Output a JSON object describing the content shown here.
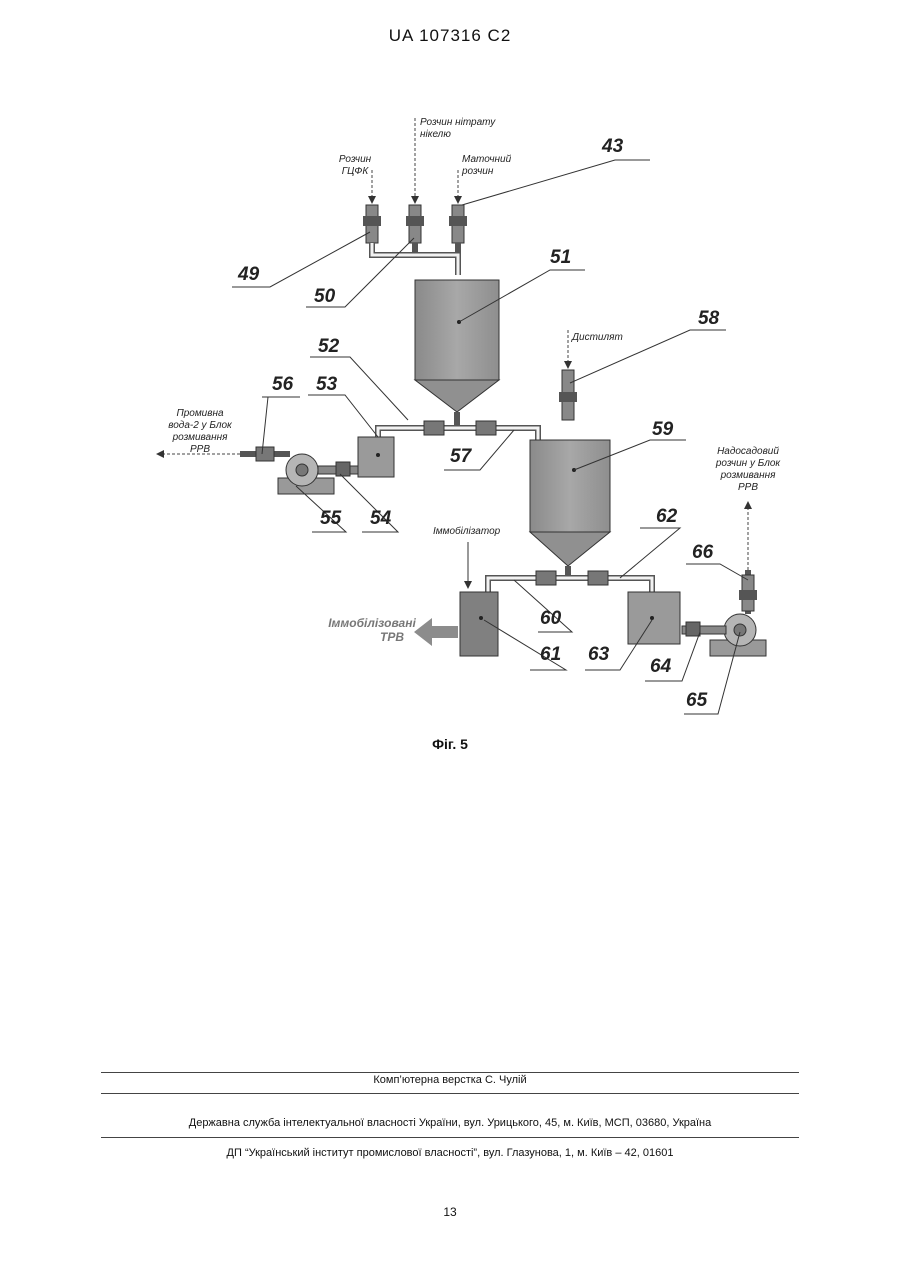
{
  "header": {
    "text": "UA   107316   C2"
  },
  "figure": {
    "caption": "Фіг. 5",
    "labels": {
      "hfk": [
        "Розчин",
        "ГЦФК"
      ],
      "nickel": [
        "Розчин нітрату",
        "нікелю"
      ],
      "mother": [
        "Маточний",
        "розчин"
      ],
      "distillate": "Дистилят",
      "wash": [
        "Промивна",
        "вода-2 у Блок",
        "розмивання",
        "РРВ"
      ],
      "supernatant": [
        "Надосадовий",
        "розчин у Блок",
        "розмивання",
        "РРВ"
      ],
      "immobilizer": "Іммобілізатор",
      "product": [
        "Іммобілізовані",
        "ТРВ"
      ]
    },
    "numbers": {
      "n43": "43",
      "n49": "49",
      "n50": "50",
      "n51": "51",
      "n52": "52",
      "n53": "53",
      "n54": "54",
      "n55": "55",
      "n56": "56",
      "n57": "57",
      "n58": "58",
      "n59": "59",
      "n60": "60",
      "n61": "61",
      "n62": "62",
      "n63": "63",
      "n64": "64",
      "n65": "65",
      "n66": "66"
    }
  },
  "footer": {
    "line1": "Комп’ютерна верстка С. Чулій",
    "line2": "Державна служба інтелектуальної власності України, вул. Урицького, 45, м. Київ, МСП, 03680, Україна",
    "line3": "ДП “Український інститут промислової власності”, вул. Глазунова, 1, м. Київ – 42, 01601"
  },
  "page_number": "13"
}
